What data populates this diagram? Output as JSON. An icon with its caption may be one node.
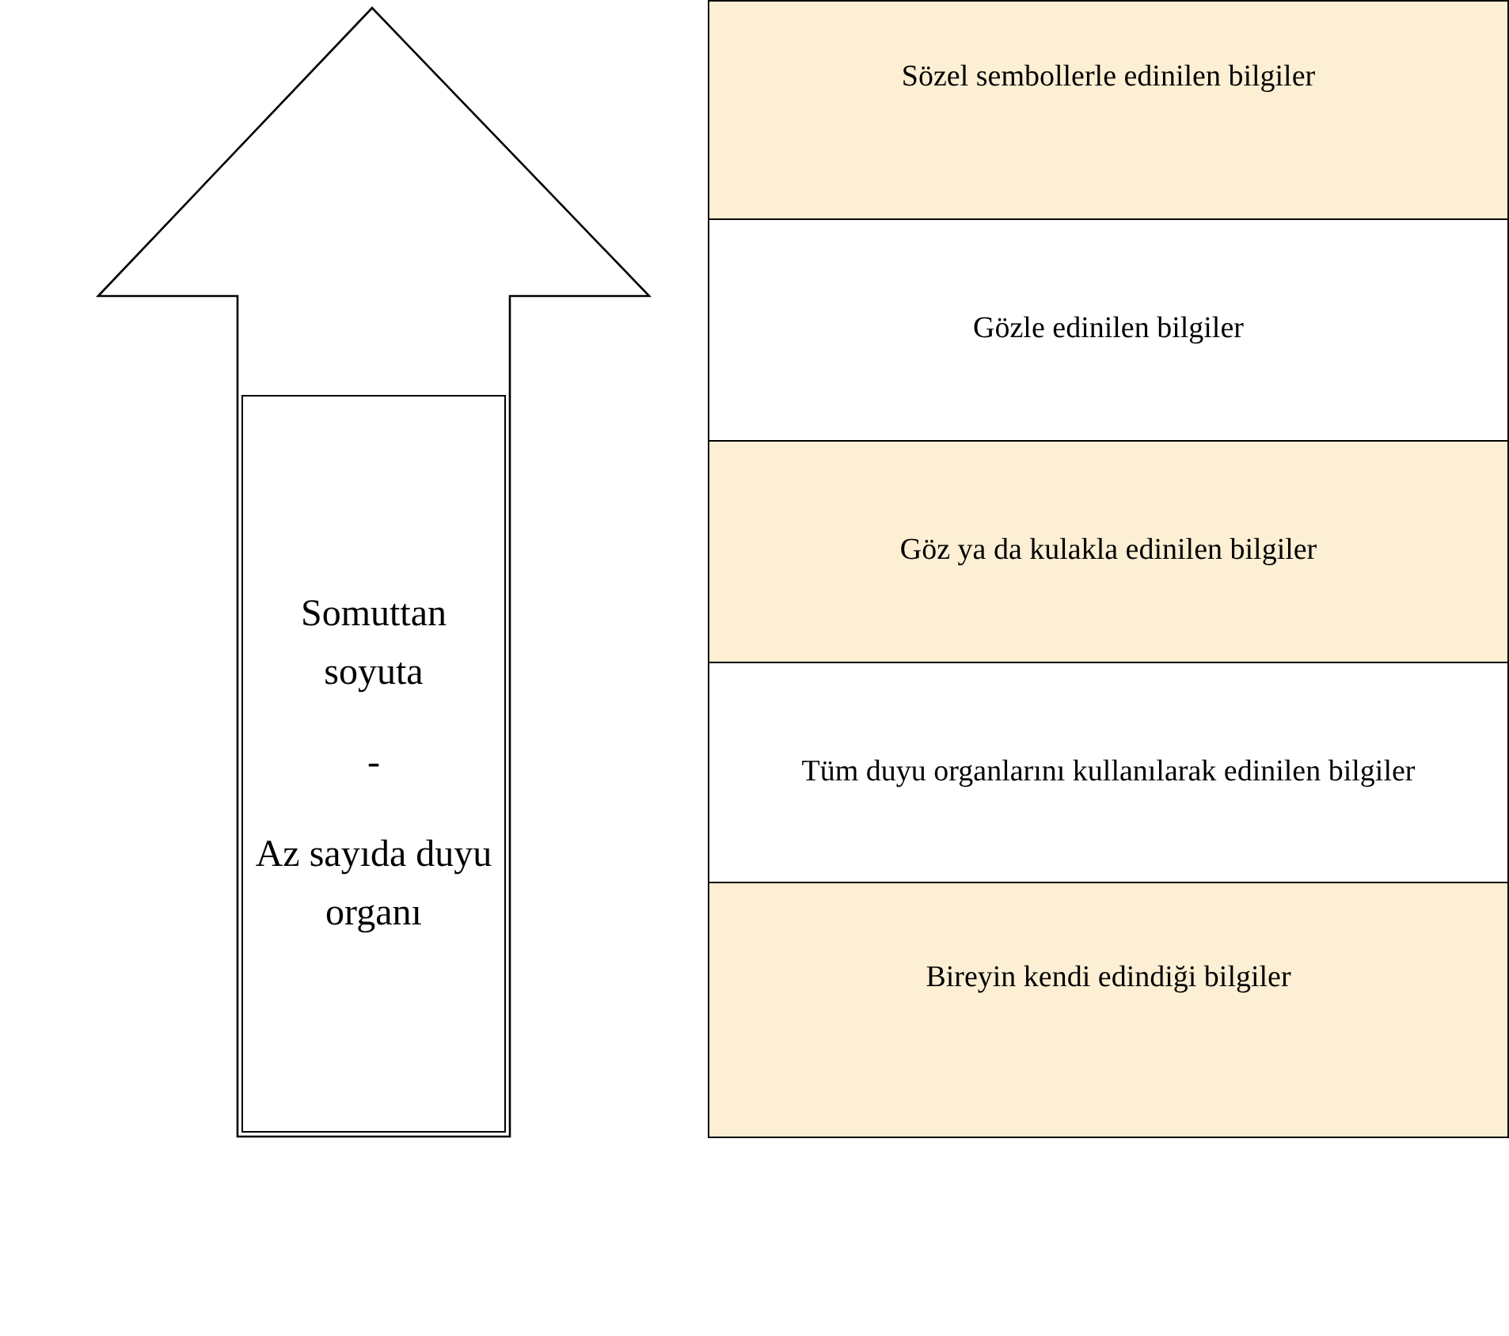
{
  "diagram": {
    "nodes": [
      {
        "text": [
          "Somuttan soyuta",
          "-",
          "Az sayıda duyu organı"
        ]
      },
      {
        "text": [
          "Sözel sembollerle edinilen bilgiler"
        ]
      },
      {
        "text": [
          "Gözle edinilen bilgiler"
        ]
      },
      {
        "text": [
          "Göz ya da kulakla edinilen bilgiler"
        ]
      },
      {
        "text": [
          "Tüm duyu organlarını kullanılarak edinilen bilgiler"
        ]
      },
      {
        "text": [
          "Bireyin kendi edindiği bilgiler"
        ]
      }
    ],
    "edges": []
  }
}
